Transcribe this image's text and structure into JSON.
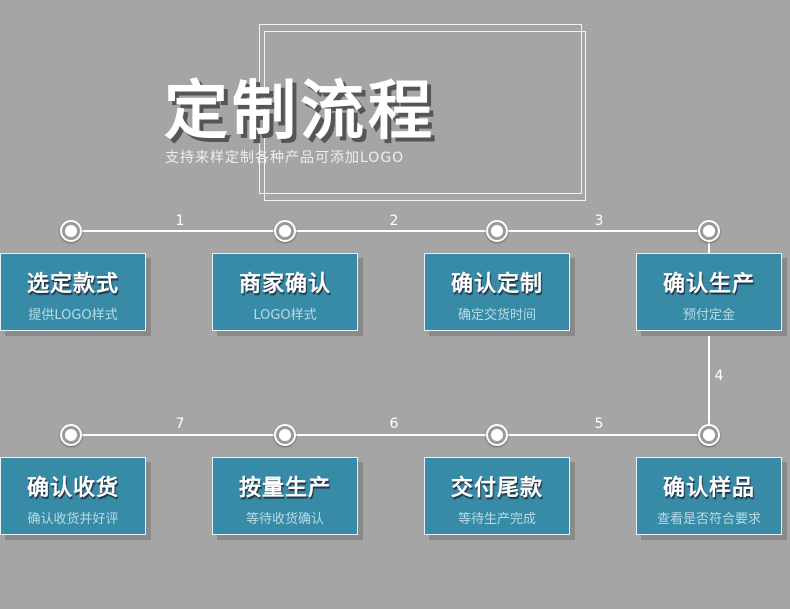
{
  "title": "定制流程",
  "subtitle": "支持来样定制各种产品可添加LOGO",
  "steps": [
    {
      "title": "选定款式",
      "desc": "提供LOGO样式"
    },
    {
      "title": "商家确认",
      "desc": "LOGO样式"
    },
    {
      "title": "确认定制",
      "desc": "确定交货时间"
    },
    {
      "title": "确认生产",
      "desc": "预付定金"
    },
    {
      "title": "确认样品",
      "desc": "查看是否符合要求"
    },
    {
      "title": "交付尾款",
      "desc": "等待生产完成"
    },
    {
      "title": "按量生产",
      "desc": "等待收货确认"
    },
    {
      "title": "确认收货",
      "desc": "确认收货并好评"
    }
  ],
  "connectors": [
    "1",
    "2",
    "3",
    "4",
    "5",
    "6",
    "7"
  ],
  "colors": {
    "background": "#a5a5a5",
    "box": "#388ba6"
  }
}
